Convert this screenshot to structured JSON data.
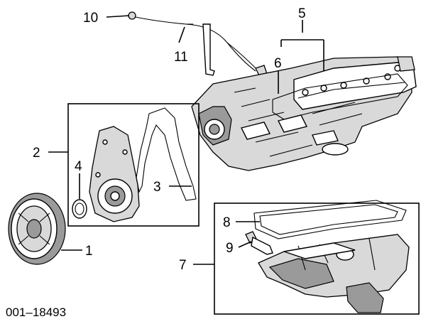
{
  "diagram": {
    "callouts": {
      "c1": "1",
      "c2": "2",
      "c3": "3",
      "c4": "4",
      "c5": "5",
      "c6": "6",
      "c7": "7",
      "c8": "8",
      "c9": "9",
      "c10": "10",
      "c11": "11"
    },
    "caption": "001–18493"
  }
}
